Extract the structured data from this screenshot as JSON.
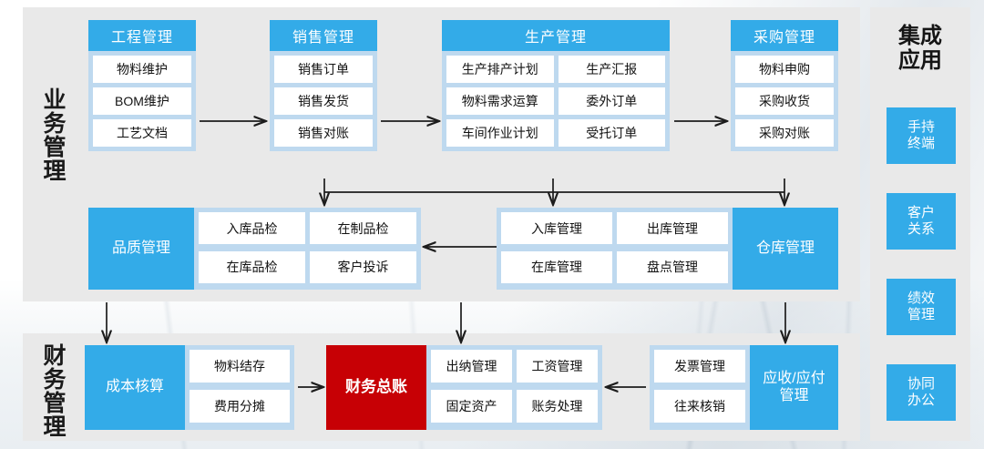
{
  "theme": {
    "accent_blue": "#33ABE8",
    "light_blue": "#BED9EF",
    "panel_gray": "#E9E9E9",
    "accent_red": "#C70005",
    "item_white": "#FFFFFF",
    "text_dark": "#121212"
  },
  "sections": {
    "business_label": "业务管理",
    "finance_label": "财务管理"
  },
  "modules": {
    "engineering": {
      "title": "工程管理",
      "items": [
        "物料维护",
        "BOM维护",
        "工艺文档"
      ]
    },
    "sales": {
      "title": "销售管理",
      "items": [
        "销售订单",
        "销售发货",
        "销售对账"
      ]
    },
    "production": {
      "title": "生产管理",
      "items": [
        "生产排产计划",
        "生产汇报",
        "物料需求运算",
        "委外订单",
        "车间作业计划",
        "受托订单"
      ]
    },
    "purchase": {
      "title": "采购管理",
      "items": [
        "物料申购",
        "采购收货",
        "采购对账"
      ]
    },
    "quality": {
      "title": "品质管理",
      "items": [
        "入库品检",
        "在制品检",
        "在库品检",
        "客户投诉"
      ]
    },
    "warehouse": {
      "title": "仓库管理",
      "items": [
        "入库管理",
        "出库管理",
        "在库管理",
        "盘点管理"
      ]
    },
    "cost": {
      "title": "成本核算",
      "items": [
        "物料结存",
        "费用分摊"
      ]
    },
    "ledger": {
      "title": "财务总账",
      "items": [
        "出纳管理",
        "工资管理",
        "固定资产",
        "账务处理"
      ]
    },
    "receivable": {
      "title": "应收/应付\n管理",
      "title_line1": "应收/应付",
      "title_line2": "管理",
      "items": [
        "发票管理",
        "往来核销"
      ]
    }
  },
  "integration": {
    "title_line1": "集成",
    "title_line2": "应用",
    "buttons": [
      {
        "line1": "手持",
        "line2": "终端"
      },
      {
        "line1": "客户",
        "line2": "关系"
      },
      {
        "line1": "绩效",
        "line2": "管理"
      },
      {
        "line1": "协同",
        "line2": "办公"
      }
    ]
  },
  "flows": {
    "engineering_to_sales": "arrow-right",
    "sales_to_production": "arrow-right",
    "production_to_purchase": "arrow-right",
    "bus_to_warehouse_quality": "arrow-down-bus",
    "warehouse_to_quality": "arrow-left",
    "quality_to_cost": "arrow-down",
    "warehouse_to_ledger_col": "arrow-down",
    "purchase_to_receivable": "arrow-down",
    "cost_to_ledger": "arrow-right",
    "receivable_to_ledger": "arrow-left"
  }
}
